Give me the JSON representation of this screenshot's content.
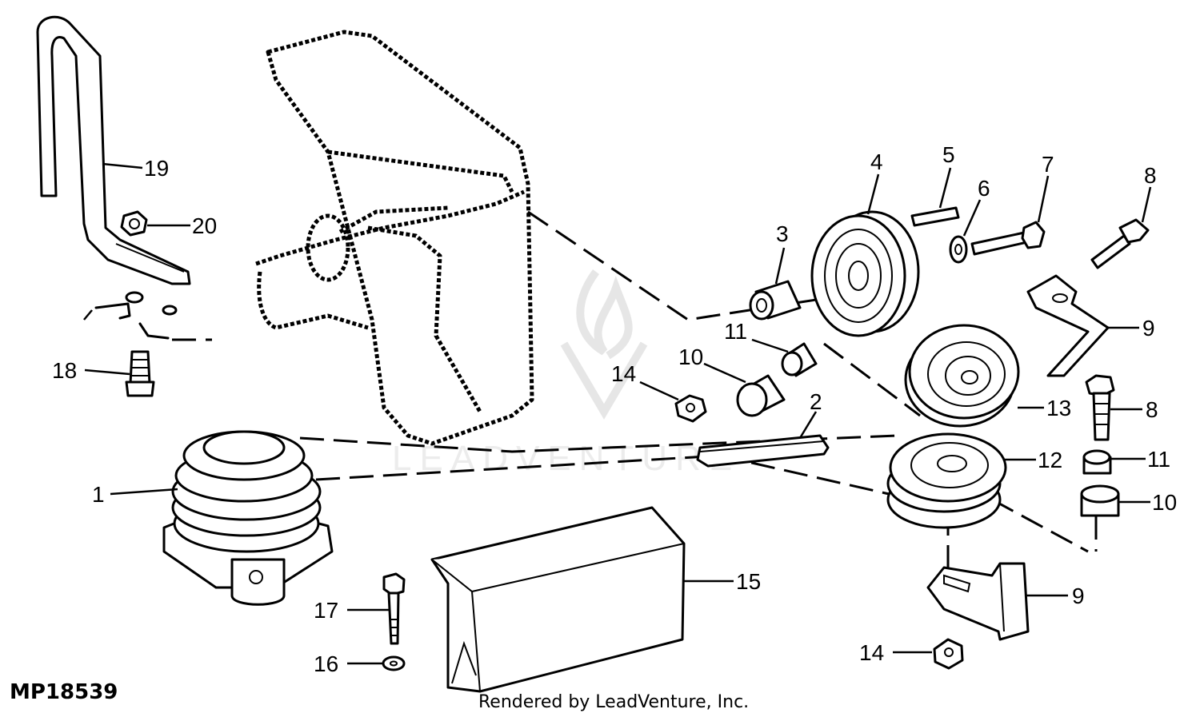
{
  "figure_id": "MP18539",
  "credit": "Rendered by LeadVenture, Inc.",
  "watermark": "LEADVENTURE",
  "callouts": [
    {
      "id": "c1",
      "text": "1"
    },
    {
      "id": "c2",
      "text": "2"
    },
    {
      "id": "c3",
      "text": "3"
    },
    {
      "id": "c4",
      "text": "4"
    },
    {
      "id": "c5",
      "text": "5"
    },
    {
      "id": "c6",
      "text": "6"
    },
    {
      "id": "c7",
      "text": "7"
    },
    {
      "id": "c8a",
      "text": "8"
    },
    {
      "id": "c8b",
      "text": "8"
    },
    {
      "id": "c9a",
      "text": "9"
    },
    {
      "id": "c9b",
      "text": "9"
    },
    {
      "id": "c10a",
      "text": "10"
    },
    {
      "id": "c10b",
      "text": "10"
    },
    {
      "id": "c11a",
      "text": "11"
    },
    {
      "id": "c11b",
      "text": "11"
    },
    {
      "id": "c12",
      "text": "12"
    },
    {
      "id": "c13",
      "text": "13"
    },
    {
      "id": "c14a",
      "text": "14"
    },
    {
      "id": "c14b",
      "text": "14"
    },
    {
      "id": "c15",
      "text": "15"
    },
    {
      "id": "c16",
      "text": "16"
    },
    {
      "id": "c17",
      "text": "17"
    },
    {
      "id": "c18",
      "text": "18"
    },
    {
      "id": "c19",
      "text": "19"
    },
    {
      "id": "c20",
      "text": "20"
    }
  ]
}
